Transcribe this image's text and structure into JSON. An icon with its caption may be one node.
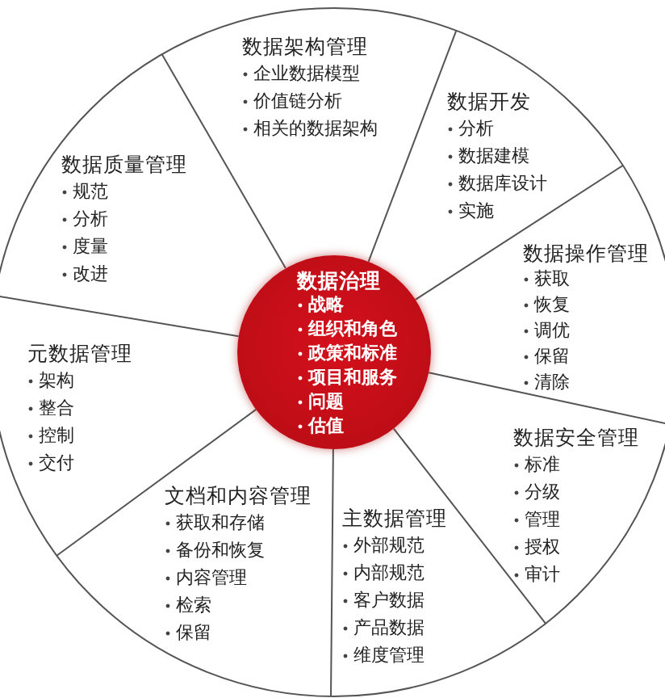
{
  "diagram": {
    "nodes": [
      {
        "text": [
          "数据架构管理",
          "企业数据模型",
          "价值链分析",
          "相关的数据架构"
        ]
      },
      {
        "text": [
          "数据开发",
          "分析",
          "数据建模",
          "数据库设计",
          "实施"
        ]
      },
      {
        "text": [
          "数据质量管理",
          "规范",
          "分析",
          "度量",
          "改进"
        ]
      },
      {
        "text": [
          "数据操作管理",
          "获取",
          "恢复",
          "调优",
          "保留",
          "清除"
        ]
      },
      {
        "text": [
          "数据治理",
          "战略",
          "组织和角色",
          "政策和标准",
          "项目和服务",
          "问题",
          "估值"
        ]
      },
      {
        "text": [
          "元数据管理",
          "架构",
          "整合",
          "控制",
          "交付"
        ]
      },
      {
        "text": [
          "数据安全管理",
          "标准",
          "分级",
          "管理",
          "授权",
          "审计"
        ]
      },
      {
        "text": [
          "文档和内容管理",
          "获取和存储",
          "备份和恢复",
          "内容管理",
          "检索",
          "保留"
        ]
      },
      {
        "text": [
          "主数据管理",
          "外部规范",
          "内部规范",
          "客户数据",
          "产品数据",
          "维度管理"
        ]
      }
    ]
  }
}
